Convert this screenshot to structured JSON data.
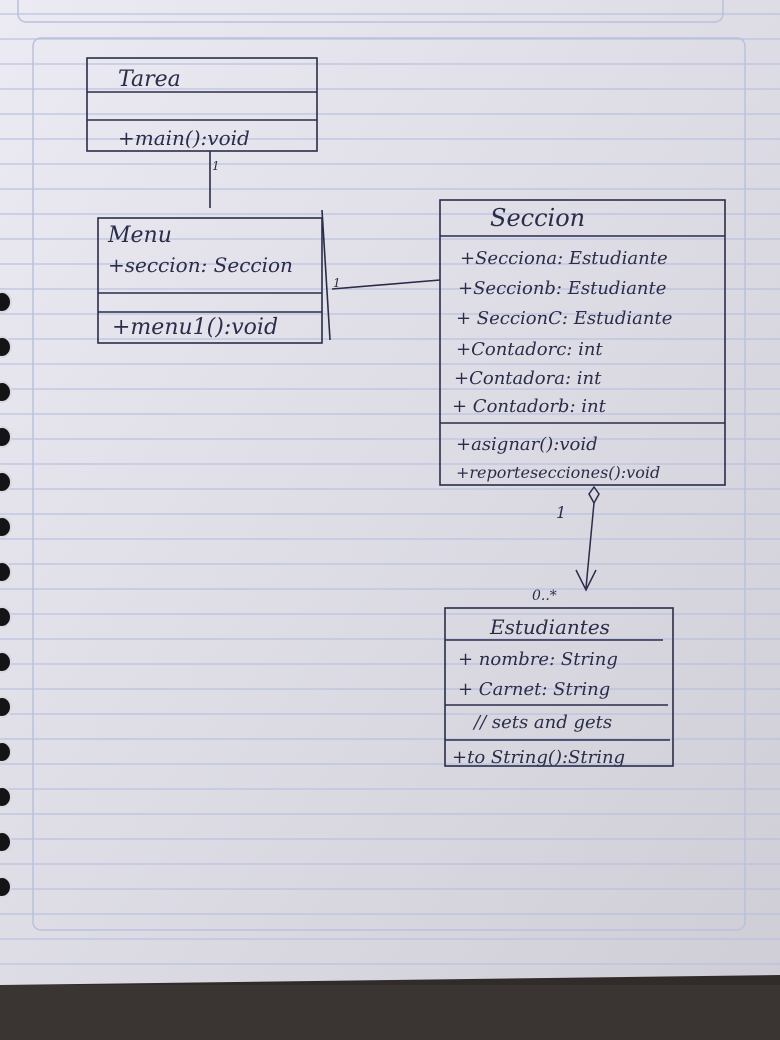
{
  "diagram": {
    "classes": {
      "tarea": {
        "name": "Tarea",
        "methods": [
          "+main():void"
        ]
      },
      "menu": {
        "name": "Menu",
        "attributes": [
          "+seccion: Seccion"
        ],
        "methods": [
          "+menu1():void"
        ]
      },
      "seccion": {
        "name": "Seccion",
        "attributes": [
          "+Secciona: Estudiante",
          "+Seccionb: Estudiante",
          "+ SeccionC: Estudiante",
          "+Contadorc: int",
          "+Contadora: int",
          "+ Contadorb: int"
        ],
        "methods": [
          "+asignar():void",
          "+reportesecciones():void"
        ]
      },
      "estudiante": {
        "name": "Estudiantes",
        "attributes": [
          "+ nombre: String",
          "+ Carnet: String"
        ],
        "note": "// sets and gets",
        "methods": [
          "+to String():String"
        ]
      }
    },
    "multiplicities": {
      "tarea_menu_top": "1",
      "menu_seccion_right": "1",
      "seccion_estudiante_source": "1",
      "seccion_estudiante_target": "0..*"
    }
  }
}
